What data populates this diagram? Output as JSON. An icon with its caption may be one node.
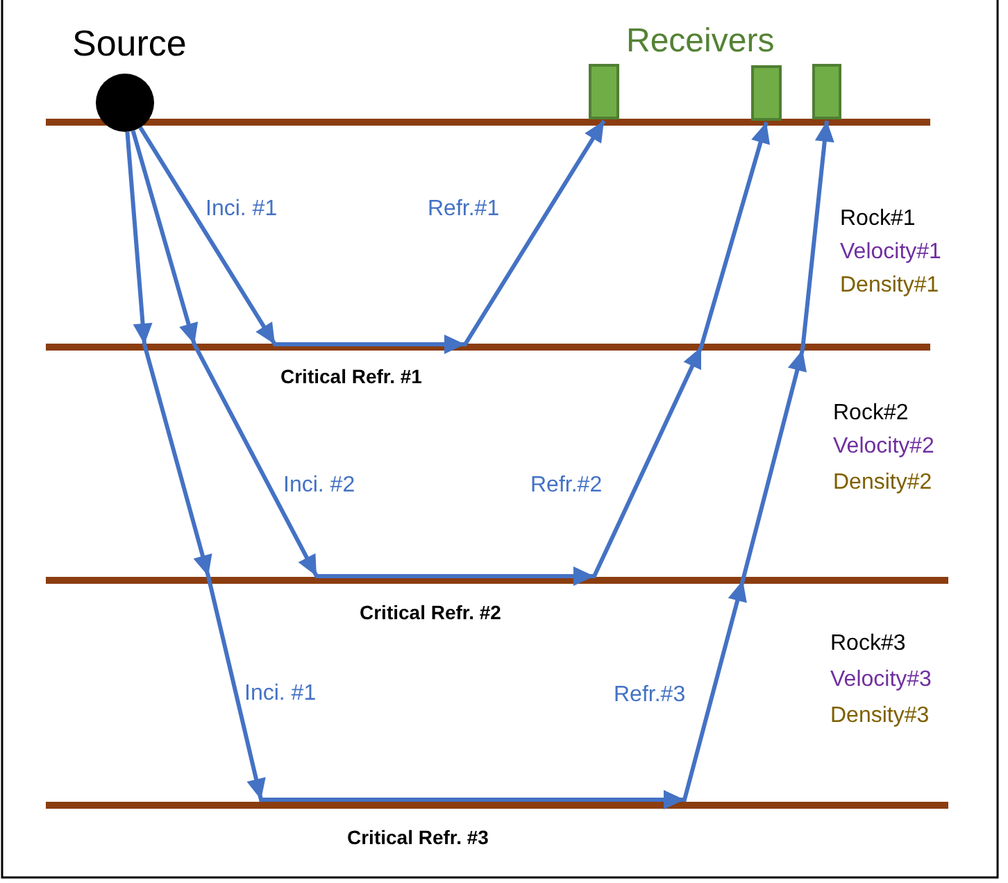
{
  "diagram": {
    "nodes": [
      {
        "text": [
          "Source"
        ]
      },
      {
        "text": [],
        "shape": "box"
      },
      {
        "text": [],
        "shape": "box"
      },
      {
        "text": [],
        "shape": "box"
      }
    ],
    "edges": [
      {
        "from": 0,
        "to": 1,
        "arrow": "to"
      },
      {
        "from": 0,
        "to": 2,
        "arrow": "to"
      },
      {
        "from": 0,
        "to": 3,
        "arrow": "to"
      }
    ],
    "labels": [
      "Receivers",
      "Inci. #1",
      "Refr.#1",
      "Critical Refr. #1",
      "Rock#1",
      "Velocity#1",
      "Density#1",
      "Inci. #2",
      "Refr.#2",
      "Rock#2",
      "Velocity#2",
      "Density#2",
      "Critical Refr. #2",
      "Rock#3",
      "Velocity#3",
      "Density#3",
      "Inci. #1",
      "Refr.#3",
      "Critical Refr. #3"
    ]
  }
}
